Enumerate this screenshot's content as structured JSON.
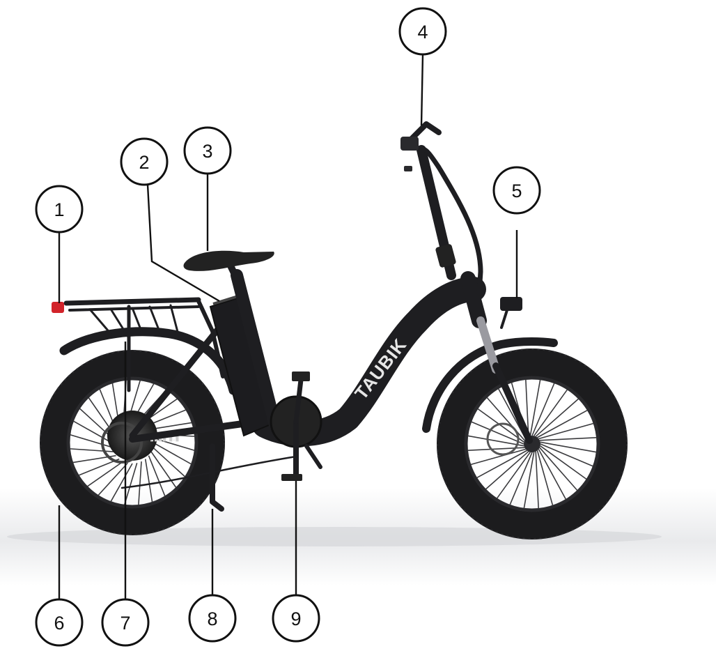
{
  "diagram": {
    "brand_text": "TAUBIK",
    "colors": {
      "ink": "#111111",
      "bike_body": "#1e1e21",
      "tire": "#1c1c1e",
      "brand_accent": "#d9772a",
      "tail_light": "#d2232a",
      "background": "#ffffff"
    },
    "callouts": [
      {
        "label": "1"
      },
      {
        "label": "2"
      },
      {
        "label": "3"
      },
      {
        "label": "4"
      },
      {
        "label": "5"
      },
      {
        "label": "6"
      },
      {
        "label": "7"
      },
      {
        "label": "8"
      },
      {
        "label": "9"
      }
    ]
  }
}
